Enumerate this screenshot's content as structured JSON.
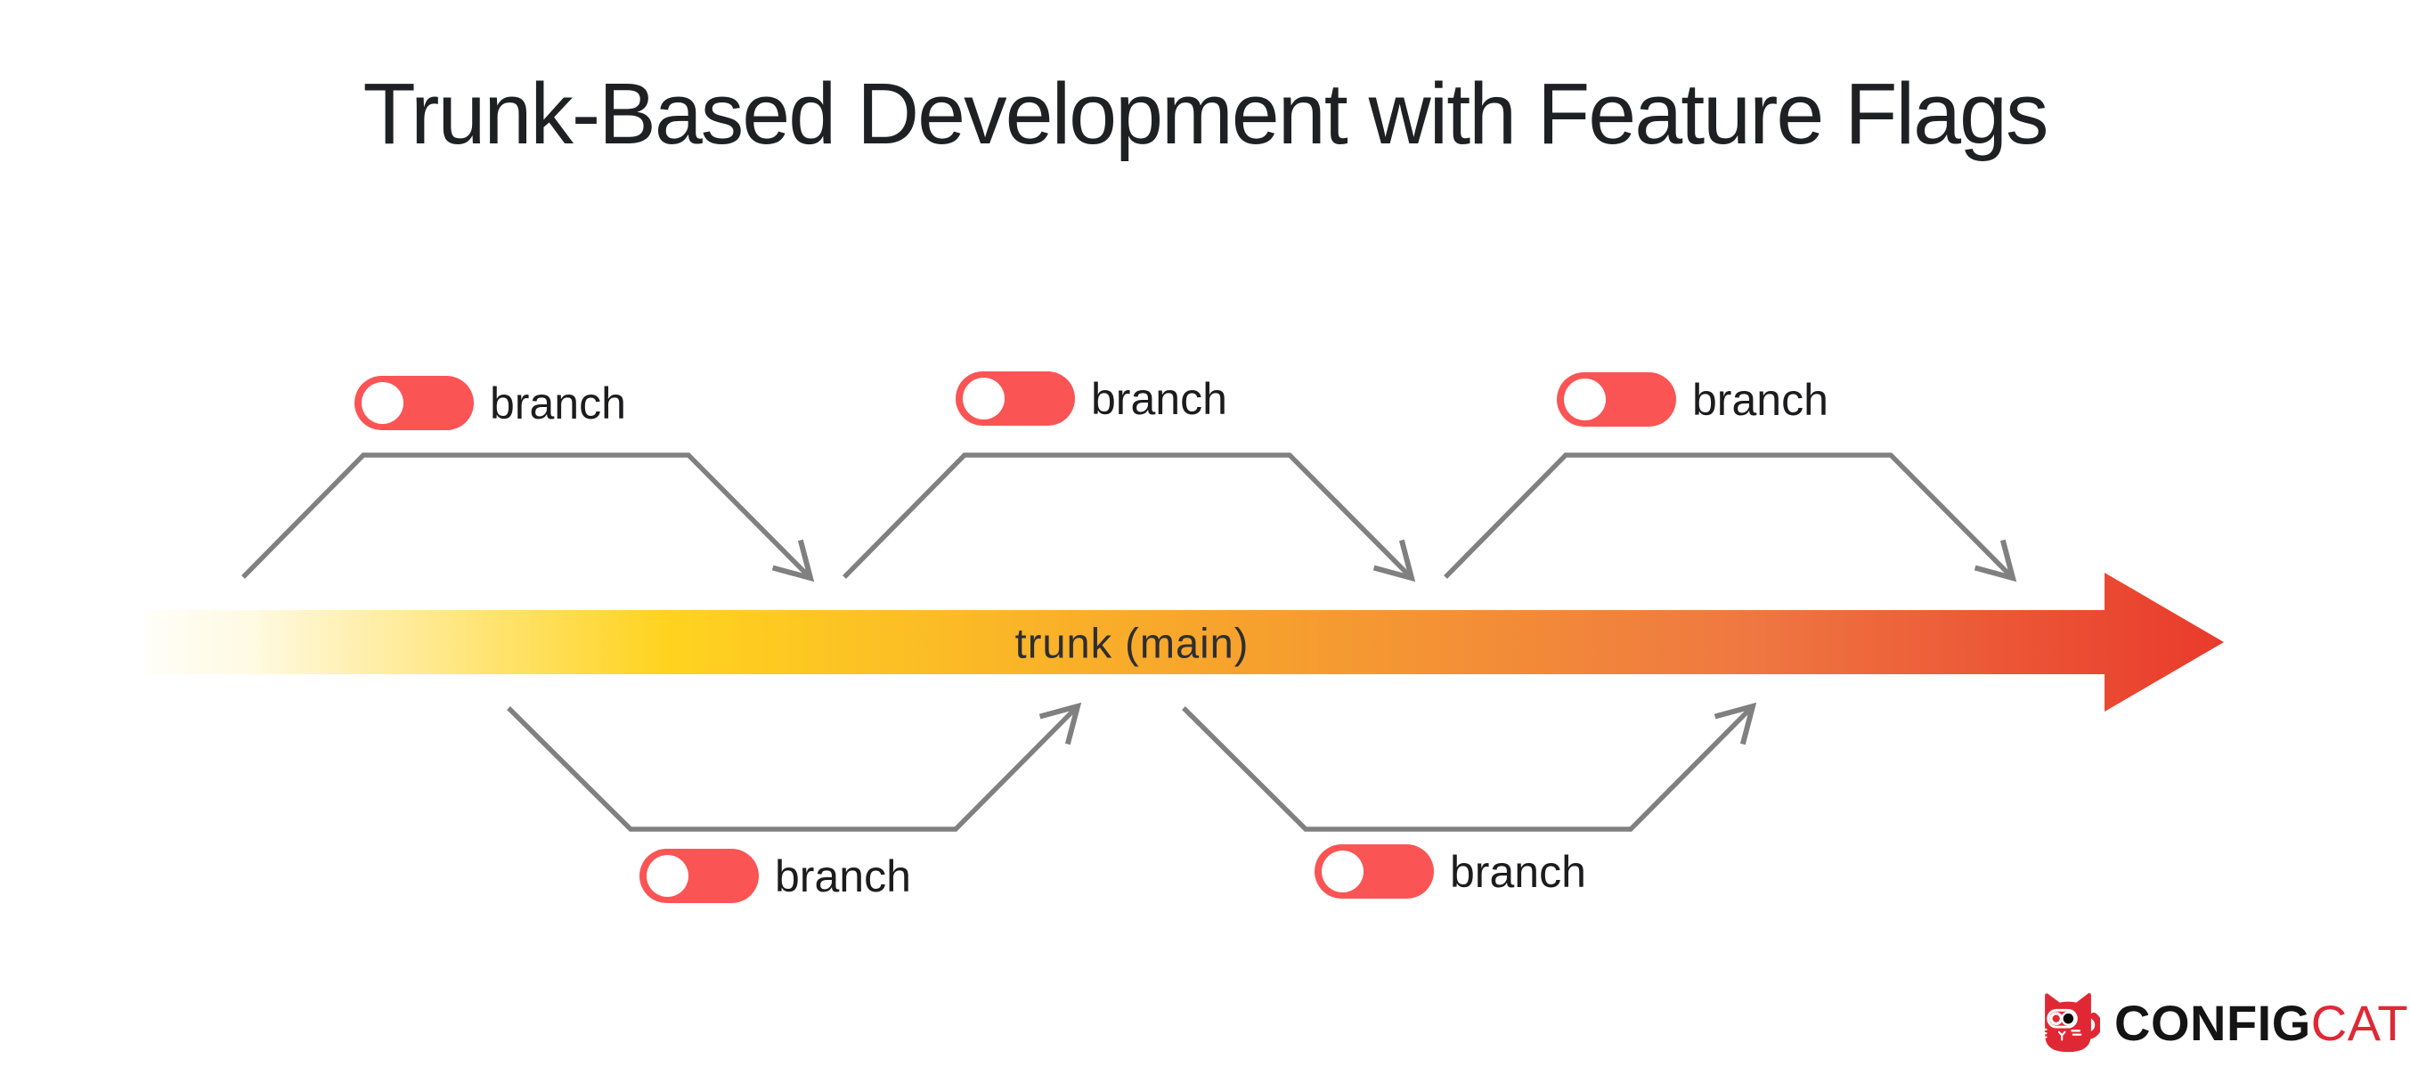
{
  "title": "Trunk-Based Development with Feature Flags",
  "trunk": {
    "label": "trunk (main)"
  },
  "branches": [
    {
      "id": "top-1",
      "label": "branch",
      "toggle_state": "off"
    },
    {
      "id": "top-2",
      "label": "branch",
      "toggle_state": "off"
    },
    {
      "id": "top-3",
      "label": "branch",
      "toggle_state": "off"
    },
    {
      "id": "bottom-1",
      "label": "branch",
      "toggle_state": "off"
    },
    {
      "id": "bottom-2",
      "label": "branch",
      "toggle_state": "off"
    }
  ],
  "logo": {
    "icon": "configcat-cat-icon",
    "config": "CONFIG",
    "cat": "CAT"
  },
  "colors": {
    "toggle_red": "#FB5455",
    "arrow_gray": "#808080",
    "logo_red": "#E02834",
    "title_text": "#1F2023",
    "trunk_gradient": [
      "#FFFEF8",
      "#FFD31F",
      "#F7A32C",
      "#EF7841",
      "#E93A2C"
    ]
  }
}
